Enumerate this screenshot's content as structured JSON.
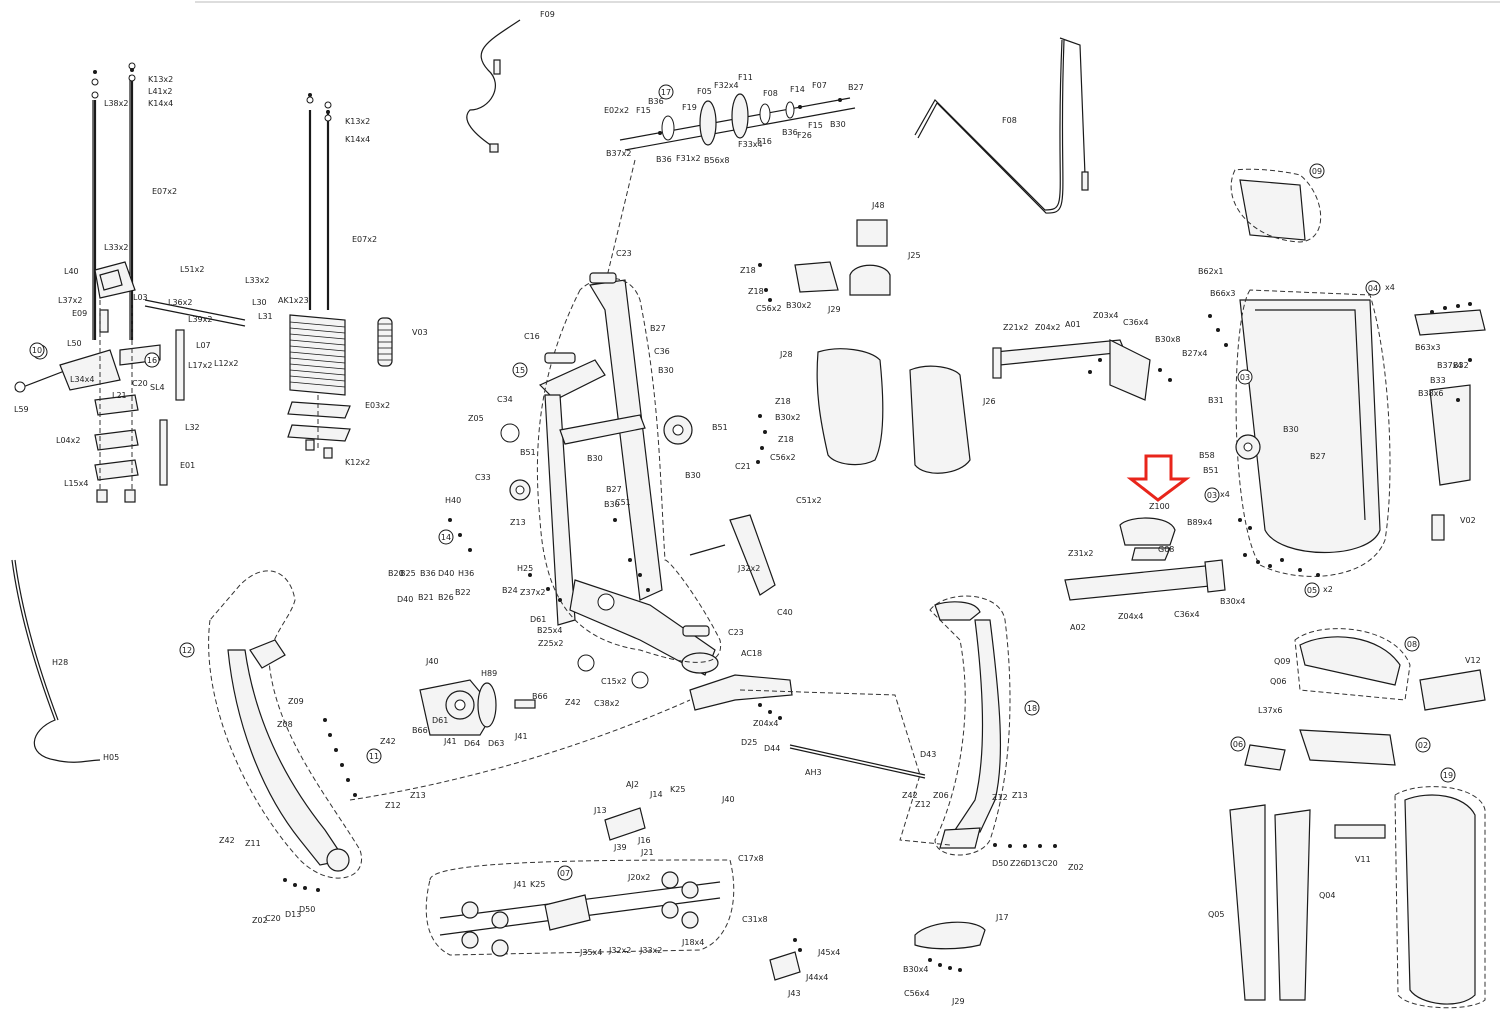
{
  "diagram": {
    "labels": [
      {
        "text": "K13x2"
      },
      {
        "text": "L41x2"
      },
      {
        "text": "L38x2"
      },
      {
        "text": "K14x4"
      },
      {
        "text": "E07x2"
      },
      {
        "text": "L33x2"
      },
      {
        "text": "L40"
      },
      {
        "text": "L51x2"
      },
      {
        "text": "L37x2"
      },
      {
        "text": "L03"
      },
      {
        "text": "L36x2"
      },
      {
        "text": "L33x2"
      },
      {
        "text": "L30"
      },
      {
        "text": "L31"
      },
      {
        "text": "E09"
      },
      {
        "text": "L39x2"
      },
      {
        "text": "L50"
      },
      {
        "text": "L07"
      },
      {
        "text": "L34x4"
      },
      {
        "text": "L17x2"
      },
      {
        "text": "L12x2"
      },
      {
        "text": "C20"
      },
      {
        "text": "SL4"
      },
      {
        "text": "L59"
      },
      {
        "text": "L21"
      },
      {
        "text": "L32"
      },
      {
        "text": "L04x2"
      },
      {
        "text": "L15x4"
      },
      {
        "text": "E01"
      },
      {
        "text": "K13x2"
      },
      {
        "text": "K14x4"
      },
      {
        "text": "E07x2"
      },
      {
        "text": "AK1x23"
      },
      {
        "text": "V03"
      },
      {
        "text": "E03x2"
      },
      {
        "text": "K12x2"
      },
      {
        "text": "F09"
      },
      {
        "text": "F11"
      },
      {
        "text": "F05"
      },
      {
        "text": "F32x4"
      },
      {
        "text": "E02x2"
      },
      {
        "text": "F15"
      },
      {
        "text": "B36"
      },
      {
        "text": "F19"
      },
      {
        "text": "F08"
      },
      {
        "text": "F14"
      },
      {
        "text": "F07"
      },
      {
        "text": "B27"
      },
      {
        "text": "B30"
      },
      {
        "text": "F15"
      },
      {
        "text": "F26"
      },
      {
        "text": "B36"
      },
      {
        "text": "F16"
      },
      {
        "text": "F33x4"
      },
      {
        "text": "B56x8"
      },
      {
        "text": "F31x2"
      },
      {
        "text": "B36"
      },
      {
        "text": "B37x2"
      },
      {
        "text": "F08"
      },
      {
        "text": "J48"
      },
      {
        "text": "Z18"
      },
      {
        "text": "J25"
      },
      {
        "text": "Z18"
      },
      {
        "text": "C56x2"
      },
      {
        "text": "B30x2"
      },
      {
        "text": "J29"
      },
      {
        "text": "J28"
      },
      {
        "text": "J26"
      },
      {
        "text": "Z18"
      },
      {
        "text": "B30x2"
      },
      {
        "text": "Z18"
      },
      {
        "text": "C56x2"
      },
      {
        "text": "Z21x2"
      },
      {
        "text": "Z04x2"
      },
      {
        "text": "A01"
      },
      {
        "text": "Z03x4"
      },
      {
        "text": "C36x4"
      },
      {
        "text": "B30x8"
      },
      {
        "text": "B27x4"
      },
      {
        "text": "C23"
      },
      {
        "text": "C16"
      },
      {
        "text": "B27"
      },
      {
        "text": "C36"
      },
      {
        "text": "B30"
      },
      {
        "text": "B51"
      },
      {
        "text": "Z05"
      },
      {
        "text": "C34"
      },
      {
        "text": "B51"
      },
      {
        "text": "B30"
      },
      {
        "text": "C21"
      },
      {
        "text": "C33"
      },
      {
        "text": "B30"
      },
      {
        "text": "B27"
      },
      {
        "text": "B30"
      },
      {
        "text": "C51"
      },
      {
        "text": "C51x2"
      },
      {
        "text": "H40"
      },
      {
        "text": "Z13"
      },
      {
        "text": "J32x2"
      },
      {
        "text": "B20"
      },
      {
        "text": "B25"
      },
      {
        "text": "B36"
      },
      {
        "text": "D40"
      },
      {
        "text": "H36"
      },
      {
        "text": "H25"
      },
      {
        "text": "D40"
      },
      {
        "text": "B21"
      },
      {
        "text": "B26"
      },
      {
        "text": "B22"
      },
      {
        "text": "B24"
      },
      {
        "text": "Z37x2"
      },
      {
        "text": "D61"
      },
      {
        "text": "B25x4"
      },
      {
        "text": "Z25x2"
      },
      {
        "text": "C40"
      },
      {
        "text": "C23"
      },
      {
        "text": "C15x2"
      },
      {
        "text": "C38x2"
      },
      {
        "text": "B62x1"
      },
      {
        "text": "B66x3"
      },
      {
        "text": "x4"
      },
      {
        "text": "B63x3"
      },
      {
        "text": "B37x4"
      },
      {
        "text": "B33"
      },
      {
        "text": "B32"
      },
      {
        "text": "B38x6"
      },
      {
        "text": "B31"
      },
      {
        "text": "B30"
      },
      {
        "text": "B27"
      },
      {
        "text": "B58"
      },
      {
        "text": "B51"
      },
      {
        "text": "Z100"
      },
      {
        "text": "x4"
      },
      {
        "text": "B89x4"
      },
      {
        "text": "V02"
      },
      {
        "text": "G08"
      },
      {
        "text": "Z31x2"
      },
      {
        "text": "Z04x4"
      },
      {
        "text": "C36x4"
      },
      {
        "text": "B30x4"
      },
      {
        "text": "A02"
      },
      {
        "text": "x2"
      },
      {
        "text": "Q09"
      },
      {
        "text": "Q06"
      },
      {
        "text": "L37x6"
      },
      {
        "text": "V12"
      },
      {
        "text": "V11"
      },
      {
        "text": "Q05"
      },
      {
        "text": "Q04"
      },
      {
        "text": "H28"
      },
      {
        "text": "H05"
      },
      {
        "text": "Z09"
      },
      {
        "text": "Z08"
      },
      {
        "text": "Z42"
      },
      {
        "text": "Z11"
      },
      {
        "text": "Z12"
      },
      {
        "text": "Z13"
      },
      {
        "text": "Z02"
      },
      {
        "text": "C20"
      },
      {
        "text": "D13"
      },
      {
        "text": "D50"
      },
      {
        "text": "J40"
      },
      {
        "text": "H89"
      },
      {
        "text": "B66"
      },
      {
        "text": "Z42"
      },
      {
        "text": "B66"
      },
      {
        "text": "D61"
      },
      {
        "text": "J41"
      },
      {
        "text": "D64"
      },
      {
        "text": "D63"
      },
      {
        "text": "J41"
      },
      {
        "text": "Z42"
      },
      {
        "text": "AC18"
      },
      {
        "text": "Z04x4"
      },
      {
        "text": "D25"
      },
      {
        "text": "D44"
      },
      {
        "text": "AH3"
      },
      {
        "text": "D43"
      },
      {
        "text": "Z42"
      },
      {
        "text": "Z12"
      },
      {
        "text": "Z06"
      },
      {
        "text": "Z12"
      },
      {
        "text": "Z13"
      },
      {
        "text": "D50"
      },
      {
        "text": "Z26"
      },
      {
        "text": "D13"
      },
      {
        "text": "C20"
      },
      {
        "text": "Z02"
      },
      {
        "text": "AJ2"
      },
      {
        "text": "J14"
      },
      {
        "text": "K25"
      },
      {
        "text": "J40"
      },
      {
        "text": "J13"
      },
      {
        "text": "J16"
      },
      {
        "text": "J39"
      },
      {
        "text": "J21"
      },
      {
        "text": "C17x8"
      },
      {
        "text": "J41"
      },
      {
        "text": "K25"
      },
      {
        "text": "J20x2"
      },
      {
        "text": "C31x8"
      },
      {
        "text": "J35x4"
      },
      {
        "text": "J32x2"
      },
      {
        "text": "J33x2"
      },
      {
        "text": "J18x4"
      },
      {
        "text": "J45x4"
      },
      {
        "text": "J44x4"
      },
      {
        "text": "J43"
      },
      {
        "text": "J17"
      },
      {
        "text": "B30x4"
      },
      {
        "text": "C56x4"
      },
      {
        "text": "J29"
      }
    ],
    "callouts": [
      {
        "text": "17"
      },
      {
        "text": "09"
      },
      {
        "text": "04"
      },
      {
        "text": "10"
      },
      {
        "text": "16"
      },
      {
        "text": "15"
      },
      {
        "text": "03"
      },
      {
        "text": "14"
      },
      {
        "text": "12"
      },
      {
        "text": "11"
      },
      {
        "text": "18"
      },
      {
        "text": "07"
      },
      {
        "text": "08"
      },
      {
        "text": "06"
      },
      {
        "text": "02"
      },
      {
        "text": "05"
      },
      {
        "text": "19"
      },
      {
        "text": "03"
      }
    ]
  },
  "highlight": {
    "color": "#e8251b",
    "target_label": "Z100"
  },
  "colors": {
    "line": "#1a1a1a",
    "background": "#ffffff"
  }
}
